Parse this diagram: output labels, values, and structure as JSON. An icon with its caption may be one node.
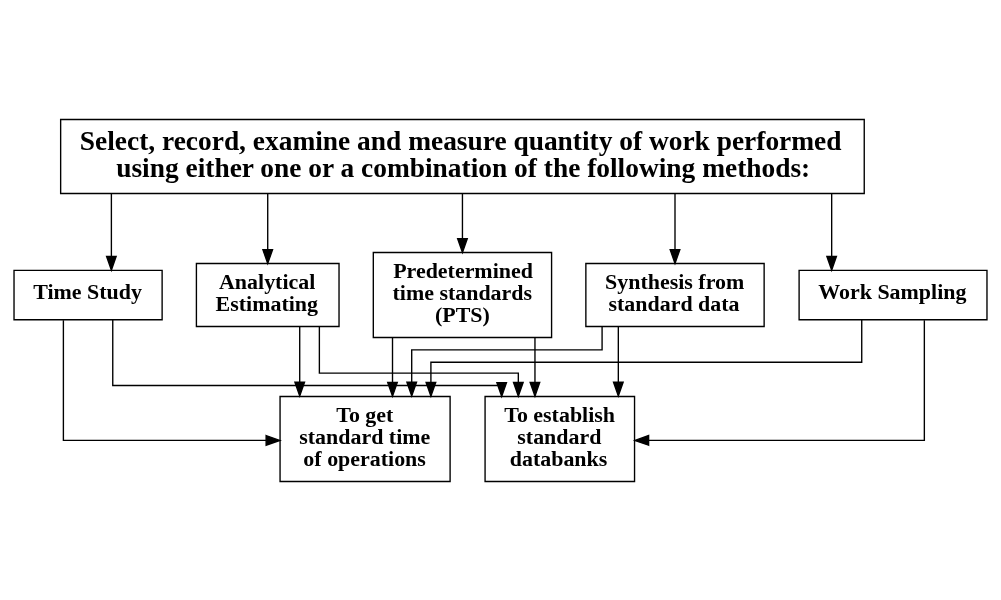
{
  "diagram": {
    "nodes": [
      {
        "text": [
          "Select, record, examine and measure quantity of work performed using either one or a combination of the following methods:"
        ]
      },
      {
        "text": [
          "Work Sampling"
        ]
      },
      {
        "text": [
          "Time Study"
        ]
      },
      {
        "text": [
          "Analytical Estimating"
        ]
      },
      {
        "text": [
          "Predetermined time standards (PTS)"
        ]
      },
      {
        "text": [
          "Synthesis from standard data"
        ]
      },
      {
        "text": [
          "To get standard time of operations"
        ]
      },
      {
        "text": [
          "To establish standard databanks"
        ]
      }
    ],
    "edges": [
      {
        "from": 0,
        "to": 1,
        "arrow": "to"
      },
      {
        "from": 0,
        "to": 2,
        "arrow": "to"
      },
      {
        "from": 0,
        "to": 3,
        "arrow": "to"
      },
      {
        "from": 0,
        "to": 4,
        "arrow": "to"
      },
      {
        "from": 0,
        "to": 5,
        "arrow": "to"
      },
      {
        "from": 1,
        "to": 6,
        "arrow": "to"
      },
      {
        "from": 2,
        "to": 6,
        "arrow": "to"
      },
      {
        "from": 3,
        "to": 6,
        "arrow": "to"
      },
      {
        "from": 4,
        "to": 6,
        "arrow": "to"
      },
      {
        "from": 5,
        "to": 6,
        "arrow": "to"
      },
      {
        "from": 1,
        "to": 7,
        "arrow": "to"
      },
      {
        "from": 2,
        "to": 7,
        "arrow": "to"
      },
      {
        "from": 3,
        "to": 7,
        "arrow": "to"
      },
      {
        "from": 4,
        "to": 7,
        "arrow": "to"
      },
      {
        "from": 5,
        "to": 7,
        "arrow": "to"
      }
    ]
  }
}
